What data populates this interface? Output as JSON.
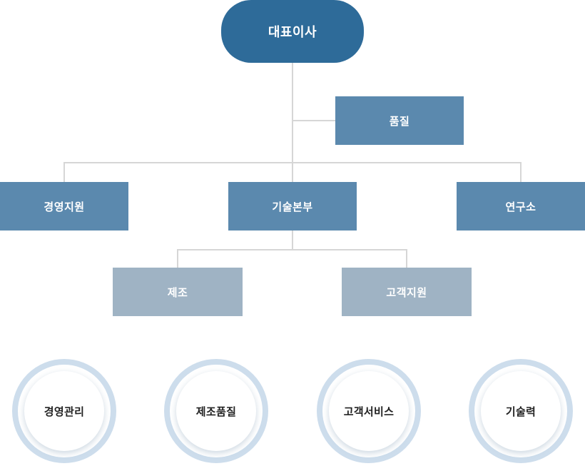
{
  "org_chart": {
    "root": {
      "label": "대표이사"
    },
    "staff": {
      "label": "품질"
    },
    "level2": [
      {
        "label": "경영지원"
      },
      {
        "label": "기술본부"
      },
      {
        "label": "연구소"
      }
    ],
    "level3": [
      {
        "label": "제조"
      },
      {
        "label": "고객지원"
      }
    ],
    "values": [
      {
        "label": "경영관리"
      },
      {
        "label": "제조품질"
      },
      {
        "label": "고객서비스"
      },
      {
        "label": "기술력"
      }
    ],
    "colors": {
      "root_box": "#2e6b99",
      "level2_box": "#5b89ae",
      "level3_box": "#9fb3c4",
      "connector_line": "#d6d6d6",
      "circle_ring": "#cdddec",
      "box_text": "#ffffff",
      "circle_text": "#222222",
      "background": "#ffffff"
    }
  }
}
